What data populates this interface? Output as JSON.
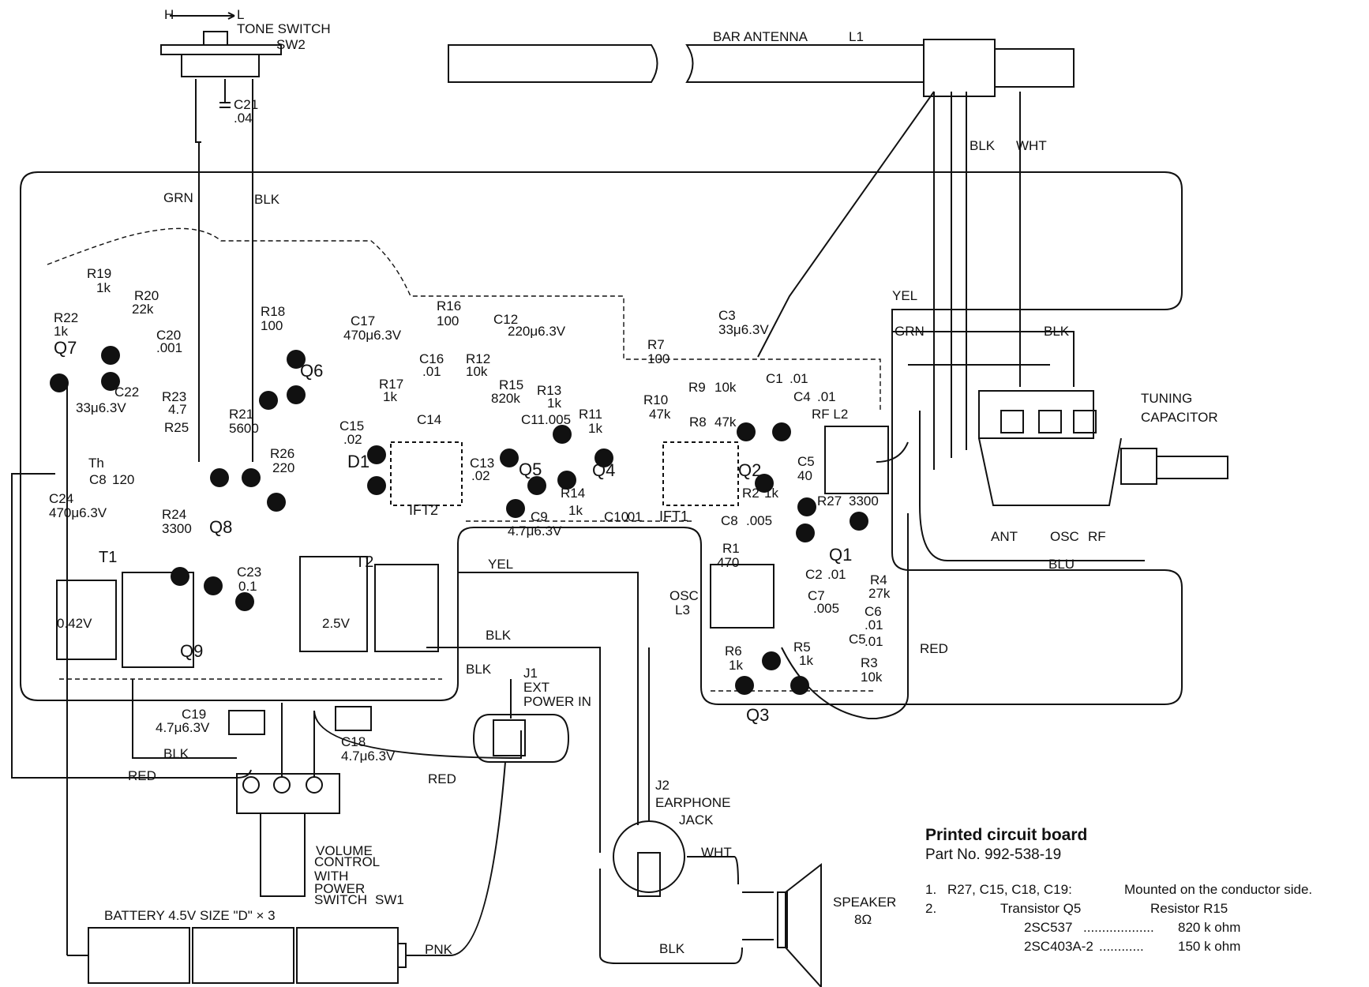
{
  "title": "Printed circuit board",
  "part_number": "Part No. 992-538-19",
  "notes": [
    {
      "num": "1.",
      "text": "R27, C15, C18, C19:",
      "detail": "Mounted on the conductor side."
    },
    {
      "num": "2.",
      "text": "Transistor Q5",
      "detail": "Resistor R15"
    }
  ],
  "substitution_table": [
    {
      "transistor": "2SC537",
      "dots": "...................",
      "value": "820 k ohm"
    },
    {
      "transistor": "2SC403A-2",
      "dots": "............",
      "value": "150 k ohm"
    }
  ],
  "external_parts": {
    "tone_switch": "TONE SWITCH",
    "tone_switch_id": "SW2",
    "tone_hl": "H",
    "tone_l": "L",
    "bar_antenna": "BAR ANTENNA",
    "bar_antenna_id": "L1",
    "tuning_capacitor_1": "TUNING",
    "tuning_capacitor_2": "CAPACITOR",
    "tc_ant": "ANT",
    "tc_osc": "OSC",
    "tc_rf": "RF",
    "ext_power_id": "J1",
    "ext_power_1": "EXT",
    "ext_power_2": "POWER IN",
    "earphone_id": "J2",
    "earphone_1": "EARPHONE",
    "earphone_2": "JACK",
    "speaker": "SPEAKER",
    "speaker_ohm": "8Ω",
    "volume_1": "VOLUME",
    "volume_2": "CONTROL",
    "volume_3": "WITH",
    "volume_4": "POWER",
    "volume_5": "SWITCH",
    "volume_id": "SW1",
    "battery": "BATTERY  4.5V  SIZE \"D\" × 3"
  },
  "wire_labels": {
    "grn_top": "GRN",
    "blk_top": "BLK",
    "blk_ant": "BLK",
    "wht_ant": "WHT",
    "yel_ant": "YEL",
    "grn_tc": "GRN",
    "blk_tc": "BLK",
    "blu_tc": "BLU",
    "red_right": "RED",
    "yel_mid": "YEL",
    "blk_mid": "BLK",
    "blk_j1": "BLK",
    "blk_c19": "BLK",
    "red_left": "RED",
    "red_vol": "RED",
    "wht_spk": "WHT",
    "blk_spk": "BLK",
    "pnk_bat": "PNK"
  },
  "components": {
    "c21": "C21",
    "c21_val": ".04",
    "r19": "R19",
    "r19_val": "1k",
    "r20": "R20",
    "r20_val": "22k",
    "r22": "R22",
    "r22_val": "1k",
    "c20": "C20",
    "c20_val": ".001",
    "q7": "Q7",
    "c22": "C22",
    "c22_val": "33μ6.3V",
    "r23": "R23",
    "r23_val": "4.7",
    "r21": "R21",
    "r21_val": "5600",
    "r18": "R18",
    "r18_val": "100",
    "q6": "Q6",
    "c17": "C17",
    "c17_val": "470μ6.3V",
    "r25": "R25",
    "th": "Th",
    "c8": "C8",
    "c8_val": "120",
    "c24": "C24",
    "c24_val": "470μ6.3V",
    "r24": "R24",
    "r24_val": "3300",
    "q8": "Q8",
    "r26": "R26",
    "r26_val": "220",
    "t1": "T1",
    "t1_v": "0.42V",
    "t2": "T2",
    "t2_v": "2.5V",
    "c23": "C23",
    "c23_val": "0.1",
    "q9": "Q9",
    "c19": "C19",
    "c19_val": "4.7μ6.3V",
    "c18": "C18",
    "c18_val": "4.7μ6.3V",
    "r16": "R16",
    "r16_val": "100",
    "c12": "C12",
    "c12_val": "220μ6.3V",
    "c16": "C16",
    "c16_val": ".01",
    "r12": "R12",
    "r12_val": "10k",
    "r17": "R17",
    "r17_val": "1k",
    "c15": "C15",
    "c15_val": ".02",
    "c14": "C14",
    "d1": "D1",
    "c13": "C13",
    "c13_val": ".02",
    "ift2": "IFT2",
    "r15": "R15",
    "r15_val": "820k",
    "r13": "R13",
    "r13_val": "1k",
    "c11": "C11",
    "c11_val": ".005",
    "q5": "Q5",
    "c9": "C9",
    "c9_val": "4.7μ6.3V",
    "r14": "R14",
    "r14_val": "1k",
    "r11": "R11",
    "r11_val": "1k",
    "q4": "Q4",
    "c10": "C10",
    "c10_val": ".01",
    "ift1": "IFT1",
    "c3": "C3",
    "c3_val": "33μ6.3V",
    "r7": "R7",
    "r7_val": "100",
    "r9": "R9",
    "r9_val": "10k",
    "r10": "R10",
    "r10_val": "47k",
    "r8": "R8",
    "r8_val": "47k",
    "c1": "C1",
    "c1_val": ".01",
    "c4": "C4",
    "c4_val": ".01",
    "rf_l2": "RF  L2",
    "q2": "Q2",
    "r2": "R2",
    "r2_val": "1k",
    "c5": "C5",
    "c5_val": "40",
    "r27": "R27",
    "r27_val": "3300",
    "c8b": "C8",
    "c8b_val": ".005",
    "r1": "R1",
    "r1_val": "470",
    "q1": "Q1",
    "osc": "OSC",
    "l3": "L3",
    "c2": "C2",
    "c2_val": ".01",
    "c7": "C7",
    "c7_val": ".005",
    "r4": "R4",
    "r4_val": "27k",
    "c6": "C6",
    "c6_val": ".01",
    "c5b": "C5",
    "c5b_val": ".01",
    "r6": "R6",
    "r6_val": "1k",
    "r5": "R5",
    "r5_val": "1k",
    "r3": "R3",
    "r3_val": "10k",
    "q3": "Q3"
  }
}
